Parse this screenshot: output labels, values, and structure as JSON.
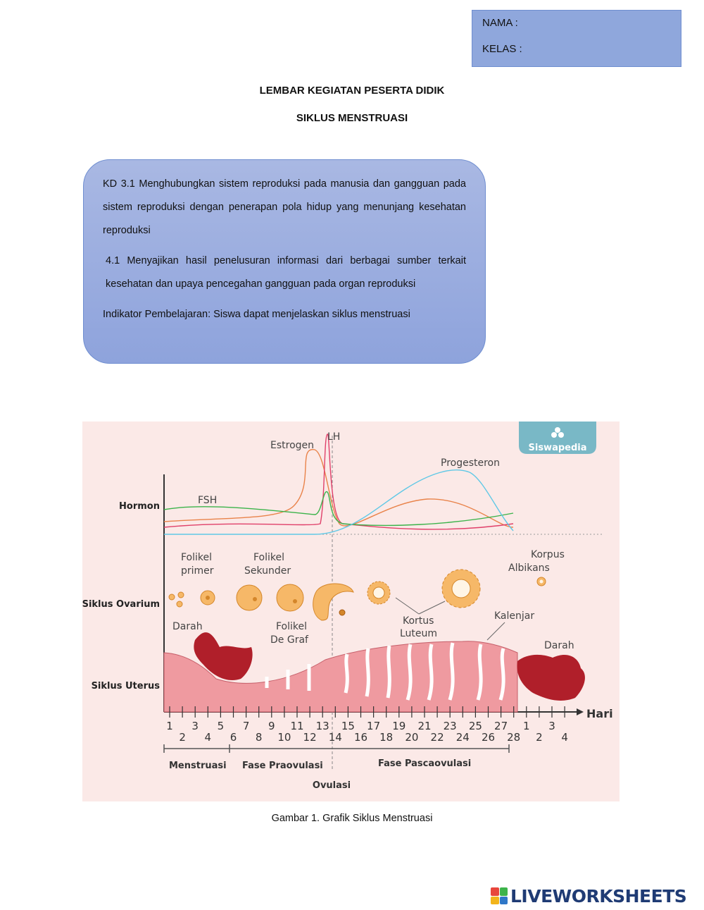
{
  "header": {
    "nama_label": "NAMA :",
    "kelas_label": "KELAS :"
  },
  "title": {
    "line1": "LEMBAR KEGIATAN PESERTA DIDIK",
    "line2": "SIKLUS MENSTRUASI"
  },
  "kd_box": {
    "kd31": "KD 3.1 Menghubungkan sistem reproduksi pada manusia dan gangguan pada sistem reproduksi dengan penerapan pola hidup yang menunjang kesehatan reproduksi",
    "kd41": "4.1 Menyajikan hasil penelusuran informasi dari berbagai sumber terkait kesehatan dan upaya pencegahan gangguan pada organ reproduksi",
    "indikator": "Indikator Pembelajaran: Siswa dapat menjelaskan siklus menstruasi"
  },
  "figure": {
    "brand": "Siswapedia",
    "row_labels": {
      "hormon": "Hormon",
      "ovarium": "Siklus Ovarium",
      "uterus": "Siklus Uterus"
    },
    "hormone_labels": {
      "estrogen": "Estrogen",
      "lh": "LH",
      "fsh": "FSH",
      "progesteron": "Progesteron"
    },
    "ovary_labels": {
      "folikel_primer_1": "Folikel",
      "folikel_primer_2": "primer",
      "folikel_sekunder_1": "Folikel",
      "folikel_sekunder_2": "Sekunder",
      "folikel_degraf_1": "Folikel",
      "folikel_degraf_2": "De Graf",
      "korpus_1": "Korpus",
      "korpus_2": "Albikans",
      "kortus_1": "Kortus",
      "kortus_2": "Luteum"
    },
    "uterus_labels": {
      "darah_left": "Darah",
      "darah_right": "Darah",
      "kalenjar": "Kalenjar"
    },
    "axis_label": "Hari",
    "day_ticks_top": [
      "1",
      "3",
      "5",
      "7",
      "9",
      "11",
      "13",
      "15",
      "17",
      "19",
      "21",
      "23",
      "25",
      "27",
      "1",
      "3"
    ],
    "day_ticks_bottom": [
      "2",
      "4",
      "6",
      "8",
      "10",
      "12",
      "14",
      "16",
      "18",
      "20",
      "22",
      "24",
      "26",
      "28",
      "2",
      "4"
    ],
    "phases": {
      "menstruasi": "Menstruasi",
      "praovulasi": "Fase Praovulasi",
      "pascaovulasi": "Fase Pascaovulasi",
      "ovulasi": "Ovulasi"
    },
    "colors": {
      "estrogen": "#e9834a",
      "lh": "#e0406a",
      "fsh": "#3bb34a",
      "progesteron": "#5fc8e6",
      "uterus": "#ef9aa0",
      "blood": "#b01f2a",
      "follicle": "#f6b868",
      "badge": "#79b8c6"
    },
    "caption": "Gambar  1. Grafik Siklus Menstruasi"
  },
  "footer": {
    "brand": "LIVEWORKSHEETS"
  }
}
